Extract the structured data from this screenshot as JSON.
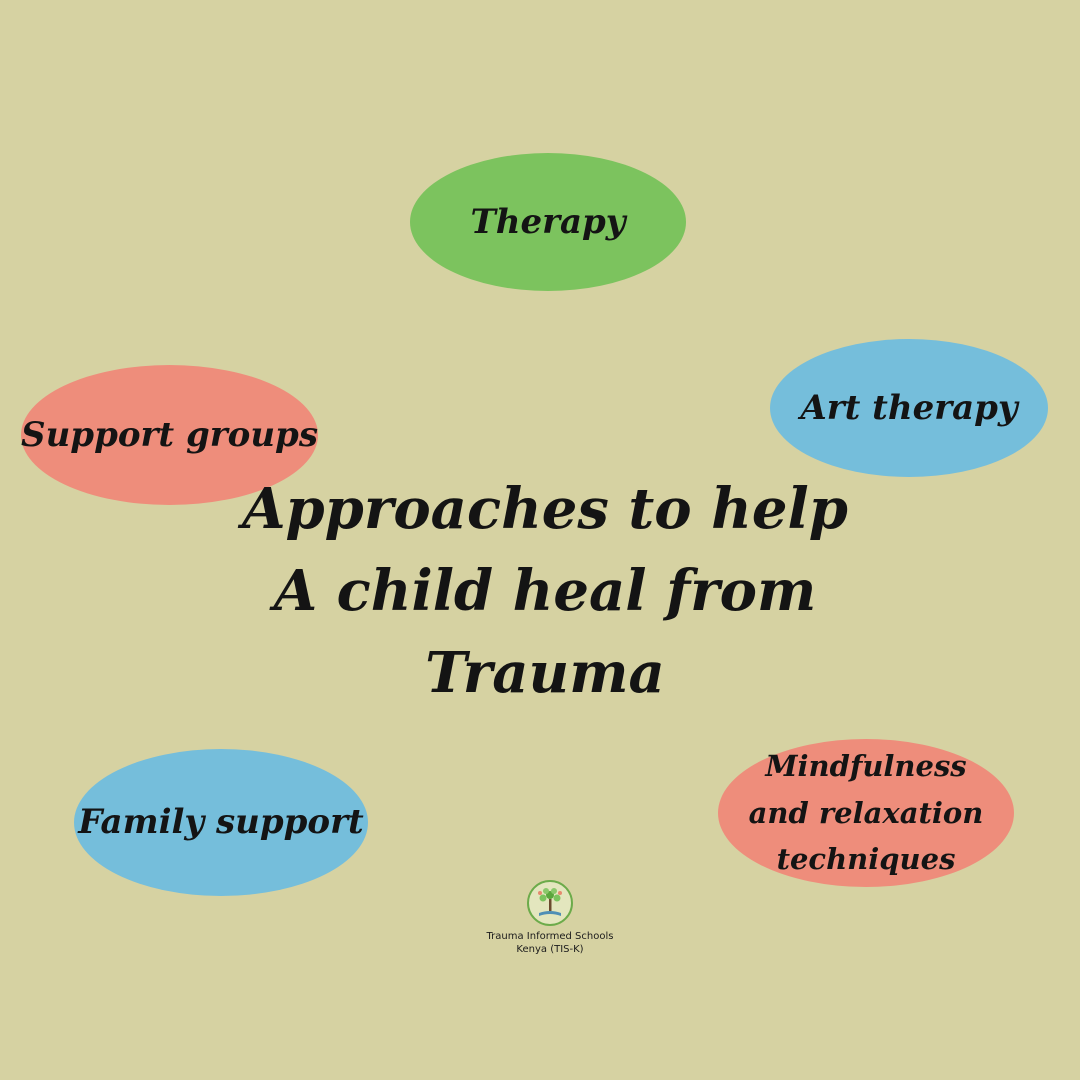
{
  "title_lines": [
    "Approaches to help",
    "A child heal from",
    "Trauma"
  ],
  "approaches": {
    "therapy": "Therapy",
    "art_therapy": "Art therapy",
    "support_groups": "Support groups",
    "family_support": "Family support",
    "mindfulness": [
      "Mindfulness",
      "and relaxation",
      "techniques"
    ]
  },
  "logo": {
    "lines": [
      "Trauma Informed Schools",
      "Kenya (TIS-K)"
    ]
  },
  "colors": {
    "background": "#d6d2a2",
    "green": "#7cc35e",
    "blue": "#75bedb",
    "coral": "#ee8d7b"
  }
}
